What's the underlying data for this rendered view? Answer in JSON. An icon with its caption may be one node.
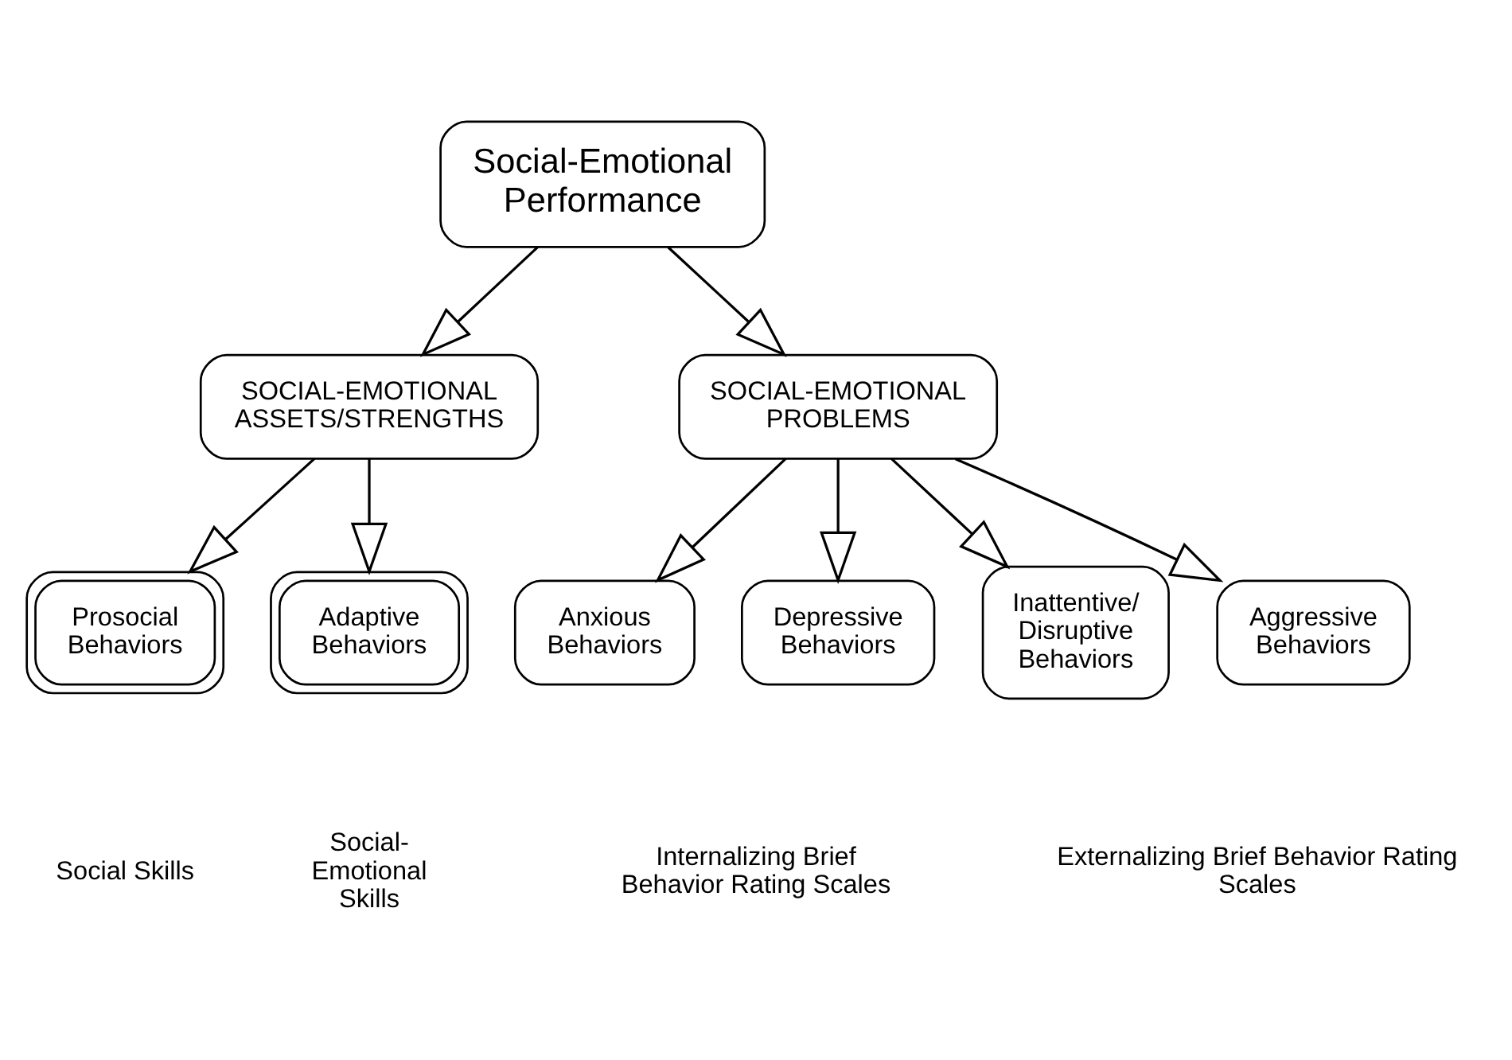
{
  "diagram": {
    "nodes": [
      {
        "text": [
          "Social-Emotional Performance"
        ]
      },
      {
        "text": [
          "SOCIAL-EMOTIONAL ASSETS/STRENGTHS"
        ]
      },
      {
        "text": [
          "SOCIAL-EMOTIONAL PROBLEMS"
        ]
      },
      {
        "text": [
          "Prosocial Behaviors"
        ]
      },
      {
        "text": [
          "Adaptive Behaviors"
        ]
      },
      {
        "text": [
          "Anxious Behaviors"
        ]
      },
      {
        "text": [
          "Depressive Behaviors"
        ]
      },
      {
        "text": [
          "Inattentive/ Disruptive Behaviors"
        ]
      },
      {
        "text": [
          "Aggressive Behaviors"
        ]
      }
    ],
    "edges": [
      {
        "from": 0,
        "to": 1,
        "arrow": "to"
      },
      {
        "from": 0,
        "to": 2,
        "arrow": "to"
      },
      {
        "from": 1,
        "to": 3,
        "arrow": "to"
      },
      {
        "from": 1,
        "to": 4,
        "arrow": "to"
      },
      {
        "from": 2,
        "to": 5,
        "arrow": "to"
      },
      {
        "from": 2,
        "to": 6,
        "arrow": "to"
      },
      {
        "from": 2,
        "to": 7,
        "arrow": "to"
      },
      {
        "from": 2,
        "to": 8,
        "arrow": "to"
      }
    ],
    "labels": [
      "Social Skills",
      "Social-Emotional Skills",
      "Internalizing Brief Behavior Rating Scales",
      "Externalizing Brief Behavior Rating Scales"
    ]
  }
}
